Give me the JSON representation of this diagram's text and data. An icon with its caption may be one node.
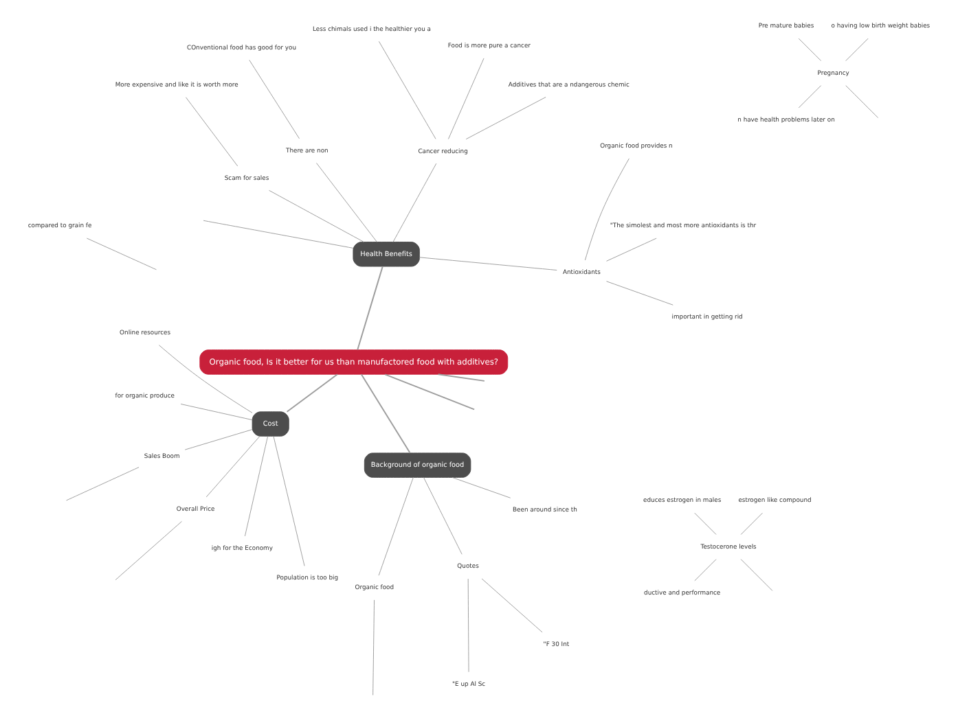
{
  "diagram": {
    "nodes": [
      {
        "text": [
          "Organic food, Is it better for us than manufactored food with additives?"
        ]
      },
      {
        "text": [
          "Health Benefits"
        ]
      },
      {
        "text": [
          "Cost"
        ]
      },
      {
        "text": [
          "Background of organic food"
        ]
      },
      {
        "text": [
          "Antioxidants"
        ]
      },
      {
        "text": [
          "Cancer reducing"
        ]
      },
      {
        "text": [
          "There are non"
        ]
      },
      {
        "text": [
          "Scam for sales"
        ]
      },
      {
        "text": [
          "compared to grain fe"
        ]
      },
      {
        "text": [
          "important in getting rid"
        ]
      },
      {
        "text": [
          "\"The simolest and most more antioxidants is thr"
        ]
      },
      {
        "text": [
          "Organic food provides n"
        ]
      },
      {
        "text": [
          "Additives that are a ndangerous chemic"
        ]
      },
      {
        "text": [
          "Food is more pure a cancer"
        ]
      },
      {
        "text": [
          "Less chimals used i the healthier you a"
        ]
      },
      {
        "text": [
          "COnventional food has good for you"
        ]
      },
      {
        "text": [
          "More expensive and like it is worth more"
        ]
      },
      {
        "text": [
          "Online resources"
        ]
      },
      {
        "text": [
          "for organic produce"
        ]
      },
      {
        "text": [
          "Sales Boom"
        ]
      },
      {
        "text": [
          "Overall Price"
        ]
      },
      {
        "text": [
          "igh for the Economy"
        ]
      },
      {
        "text": [
          "Population is too big"
        ]
      },
      {
        "text": [
          "Testocerone levels"
        ]
      },
      {
        "text": [
          "Pregnancy"
        ]
      },
      {
        "text": [
          "estrogen like compound"
        ]
      },
      {
        "text": [
          "educes estrogen in males"
        ]
      },
      {
        "text": [
          "ductive and performance"
        ]
      },
      {
        "text": [
          "o having low birth weight babies"
        ]
      },
      {
        "text": [
          "Pre mature babies"
        ]
      },
      {
        "text": [
          "n have health problems later on"
        ]
      },
      {
        "text": [
          "Organic food"
        ]
      },
      {
        "text": [
          "Quotes"
        ]
      },
      {
        "text": [
          "Been around since th"
        ]
      },
      {
        "text": [
          "\"E up Al Sc"
        ]
      },
      {
        "text": [
          "\"F 30 Int"
        ]
      }
    ],
    "edges": [
      {
        "from": 0,
        "to": 1,
        "arrow": "none"
      },
      {
        "from": 0,
        "to": 2,
        "arrow": "none"
      },
      {
        "from": 0,
        "to": 3,
        "arrow": "none"
      },
      {
        "from": 0,
        "to": null,
        "arrow": "none"
      },
      {
        "from": 0,
        "to": null,
        "arrow": "none"
      },
      {
        "from": 1,
        "to": null,
        "arrow": "none"
      },
      {
        "from": 1,
        "to": 4,
        "arrow": "none"
      },
      {
        "from": 1,
        "to": 5,
        "arrow": "none"
      },
      {
        "from": 1,
        "to": 6,
        "arrow": "none"
      },
      {
        "from": 1,
        "to": 7,
        "arrow": "none"
      },
      {
        "from": null,
        "to": 8,
        "arrow": "none"
      },
      {
        "from": 4,
        "to": 9,
        "arrow": "none"
      },
      {
        "from": 4,
        "to": 10,
        "arrow": "none"
      },
      {
        "from": 4,
        "to": 11,
        "arrow": "none"
      },
      {
        "from": 5,
        "to": 12,
        "arrow": "none"
      },
      {
        "from": 5,
        "to": 13,
        "arrow": "none"
      },
      {
        "from": 5,
        "to": 14,
        "arrow": "none"
      },
      {
        "from": 6,
        "to": 15,
        "arrow": "none"
      },
      {
        "from": 7,
        "to": 16,
        "arrow": "none"
      },
      {
        "from": 2,
        "to": 17,
        "arrow": "none"
      },
      {
        "from": 2,
        "to": 18,
        "arrow": "none"
      },
      {
        "from": 2,
        "to": 19,
        "arrow": "none"
      },
      {
        "from": 2,
        "to": 20,
        "arrow": "none"
      },
      {
        "from": 2,
        "to": 21,
        "arrow": "none"
      },
      {
        "from": 2,
        "to": 22,
        "arrow": "none"
      },
      {
        "from": 19,
        "to": null,
        "arrow": "none"
      },
      {
        "from": 20,
        "to": null,
        "arrow": "none"
      },
      {
        "from": null,
        "to": 23,
        "arrow": "none"
      },
      {
        "from": null,
        "to": 24,
        "arrow": "none"
      },
      {
        "from": 23,
        "to": 25,
        "arrow": "none"
      },
      {
        "from": 23,
        "to": 26,
        "arrow": "none"
      },
      {
        "from": 23,
        "to": 27,
        "arrow": "none"
      },
      {
        "from": 24,
        "to": 28,
        "arrow": "none"
      },
      {
        "from": 24,
        "to": 29,
        "arrow": "none"
      },
      {
        "from": 24,
        "to": 30,
        "arrow": "none"
      },
      {
        "from": 3,
        "to": 31,
        "arrow": "none"
      },
      {
        "from": 3,
        "to": 32,
        "arrow": "none"
      },
      {
        "from": 3,
        "to": 33,
        "arrow": "none"
      },
      {
        "from": 31,
        "to": null,
        "arrow": "none"
      },
      {
        "from": 32,
        "to": 34,
        "arrow": "none"
      },
      {
        "from": 32,
        "to": 35,
        "arrow": "none"
      }
    ]
  }
}
